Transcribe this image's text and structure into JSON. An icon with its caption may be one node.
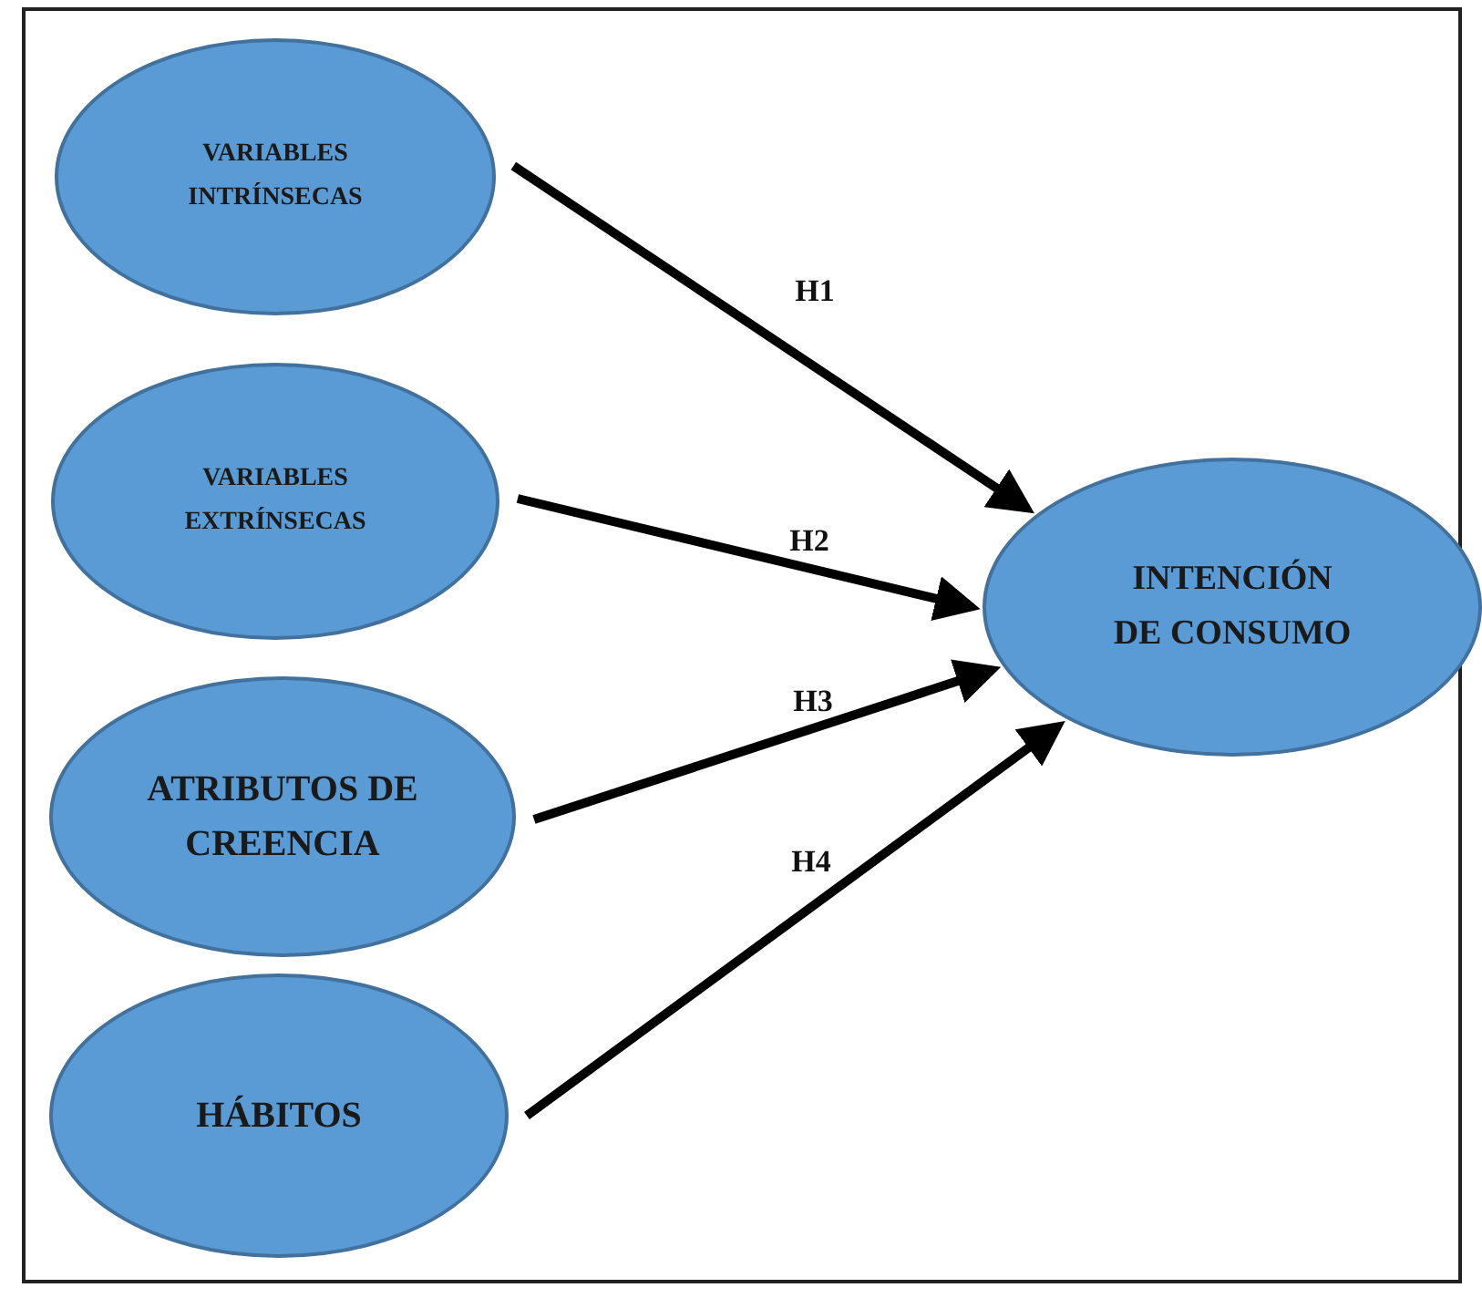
{
  "diagram": {
    "nodes": [
      {
        "text": [
          "VARIABLES INTRÍNSECAS"
        ]
      },
      {
        "text": [
          "VARIABLES EXTRÍNSECAS"
        ]
      },
      {
        "text": [
          "ATRIBUTOS DE CREENCIA"
        ]
      },
      {
        "text": [
          "HÁBITOS"
        ]
      },
      {
        "text": [
          "INTENCIÓN DE CONSUMO"
        ]
      }
    ],
    "edges": [
      {
        "from": 0,
        "to": 4,
        "arrow": "to",
        "label": "H1"
      },
      {
        "from": 1,
        "to": 4,
        "arrow": "to",
        "label": "H2"
      },
      {
        "from": 2,
        "to": 4,
        "arrow": "to",
        "label": "H3"
      },
      {
        "from": 3,
        "to": 4,
        "arrow": "to",
        "label": "H4"
      }
    ]
  }
}
